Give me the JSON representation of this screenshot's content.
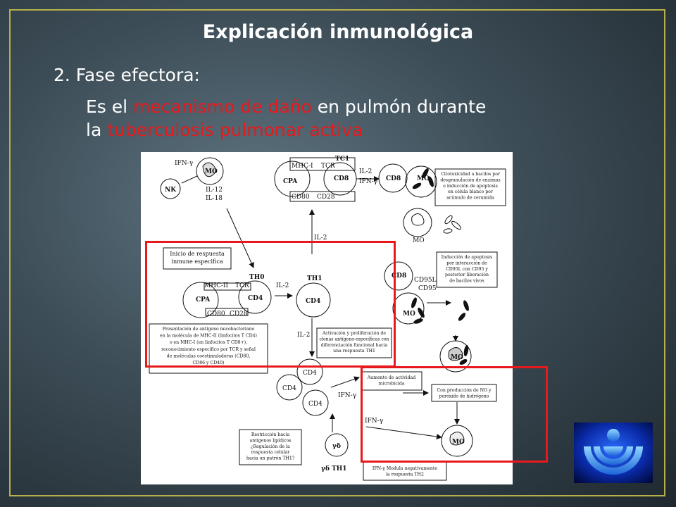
{
  "slide": {
    "title": "Explicación inmunológica",
    "heading": "2. Fase efectora:",
    "paragraph": {
      "part1": "Es el ",
      "highlight1": "mecanismo de daño",
      "part2": " en pulmón durante",
      "part3": "la ",
      "highlight2": "tuberculosis pulmonar activa"
    },
    "accent_color": "#e8191c",
    "border_color": "#b5b04a"
  },
  "figure": {
    "labels": {
      "ifn_g": "IFN-γ",
      "mo": "MO",
      "nk": "NK",
      "il12": "IL-12",
      "il18": "IL-18",
      "tc1": "TC1",
      "mhc1": "MHC-I",
      "tcr": "TCR",
      "cpa": "CPA",
      "cd8": "CD8",
      "cd80": "CD80",
      "cd28": "CD28",
      "il2": "IL-2",
      "cd95l": "CD95L",
      "cd95": "CD95",
      "th0": "TH0",
      "th1": "TH1",
      "mhc2": "MHC-II",
      "cd4": "CD4",
      "cd86": "CD86",
      "gd": "γδ",
      "gd_th1": "γδ TH1"
    },
    "boxes": {
      "cytotox": [
        "Citotoxicidad a bacilos por",
        "desgranulación de enzimas",
        "e inducción de apoptosis",
        "en célula blanco por",
        "acúmulo de ceramida"
      ],
      "inicio": [
        "Inicio de respuesta",
        "inmune especifica"
      ],
      "apoptosis": [
        "Inducción de apoptosis",
        "por interacción de",
        "CD95L con CD95 y",
        "posterior liberación",
        "de bacilos vivos"
      ],
      "presentacion": [
        "Presentación de antígeno micobacteriano",
        "en la molécula de MHC-II (linfocitos T CD4)",
        "o en MHC-I (en linfocitos T CD8+),",
        "reconocimiento específico por TCR y señal",
        "de moléculas coestimuladoras (CD80,",
        "CD86 y CD40)"
      ],
      "activacion": [
        "Activación y proliferación de",
        "clonas antígeno-específicas con",
        "diferenciación funcional hacia",
        "una respuesta TH1"
      ],
      "aumento": [
        "Aumento de actividad",
        "microbicida"
      ],
      "nog": [
        "Con producción de NO y",
        "peróxido de hidrógeno"
      ],
      "restriccion": [
        "Restricción hacia",
        "antígenos lipídicos",
        "¿Regulación de la",
        "respuesta celular",
        "hacia un patrón TH1?"
      ],
      "modula": [
        "IFN-γ Modula negativamente",
        "la respuesta TH2"
      ]
    }
  }
}
